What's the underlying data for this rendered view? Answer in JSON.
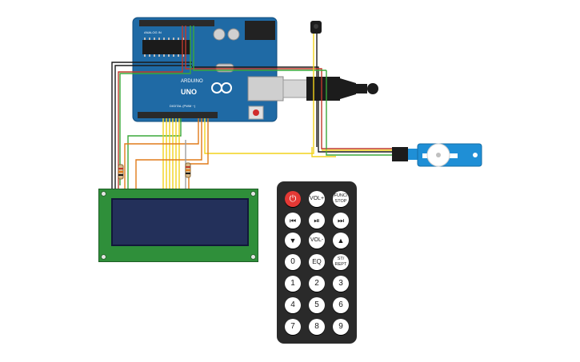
{
  "arduino": {
    "brand": "ARDUINO",
    "model": "UNO",
    "pin_label_digital": "DIGITAL (PWM ~)",
    "pin_label_analog": "ANALOG IN",
    "color": "#1f6aa5"
  },
  "remote": {
    "buttons": [
      {
        "id": "power",
        "label": "⏻"
      },
      {
        "id": "vol_up",
        "label": "VOL+"
      },
      {
        "id": "func_stop",
        "label": "FUNC/\nSTOP"
      },
      {
        "id": "prev",
        "label": "⏮"
      },
      {
        "id": "play_pause",
        "label": "⏯"
      },
      {
        "id": "next",
        "label": "⏭"
      },
      {
        "id": "down",
        "label": "▼"
      },
      {
        "id": "vol_down",
        "label": "VOL-"
      },
      {
        "id": "up",
        "label": "▲"
      },
      {
        "id": "zero",
        "label": "0"
      },
      {
        "id": "eq",
        "label": "EQ"
      },
      {
        "id": "st_rept",
        "label": "ST/\nREPT"
      },
      {
        "id": "one",
        "label": "1"
      },
      {
        "id": "two",
        "label": "2"
      },
      {
        "id": "three",
        "label": "3"
      },
      {
        "id": "four",
        "label": "4"
      },
      {
        "id": "five",
        "label": "5"
      },
      {
        "id": "six",
        "label": "6"
      },
      {
        "id": "seven",
        "label": "7"
      },
      {
        "id": "eight",
        "label": "8"
      },
      {
        "id": "nine",
        "label": "9"
      }
    ],
    "power_color": "#e53935",
    "body_color": "#2a2a2a"
  },
  "lcd": {
    "board_color": "#2f8f3a",
    "screen_color": "#23305a"
  },
  "servo": {
    "color": "#1f8fd6"
  },
  "wire_colors": {
    "black": "#1a1a1a",
    "green": "#3aa83a",
    "yellow": "#f2d21b",
    "orange": "#e07b1a",
    "red": "#c0392b",
    "gray": "#9e9e9e"
  }
}
